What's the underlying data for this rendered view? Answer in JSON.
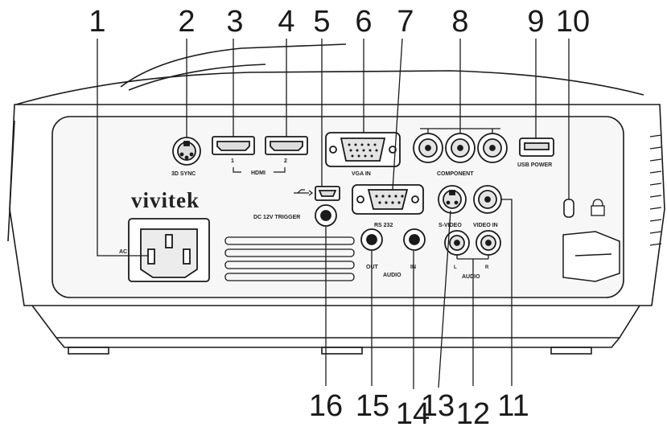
{
  "callouts": [
    "1",
    "2",
    "3",
    "4",
    "5",
    "6",
    "7",
    "8",
    "9",
    "10",
    "11",
    "12",
    "13",
    "14",
    "15",
    "16"
  ],
  "brand": "vivitek",
  "labels": {
    "ac": "AC",
    "sync3d": "3D SYNC",
    "hdmi": "HDMI",
    "hdmi1": "1",
    "hdmi2": "2",
    "vga_in": "VGA IN",
    "component": "COMPONENT",
    "usb_power": "USB POWER",
    "rs232": "RS 232",
    "dc_trigger": "DC 12V TRIGGER",
    "svideo": "S-VIDEO",
    "video_in": "VIDEO IN",
    "audio": "AUDIO",
    "out": "OUT",
    "in": "IN",
    "audio_lr": "AUDIO",
    "l": "L",
    "r": "R"
  },
  "colors": {
    "line": "#1a1a1a",
    "body": "#ffffff",
    "panel": "#f4f4f4"
  }
}
